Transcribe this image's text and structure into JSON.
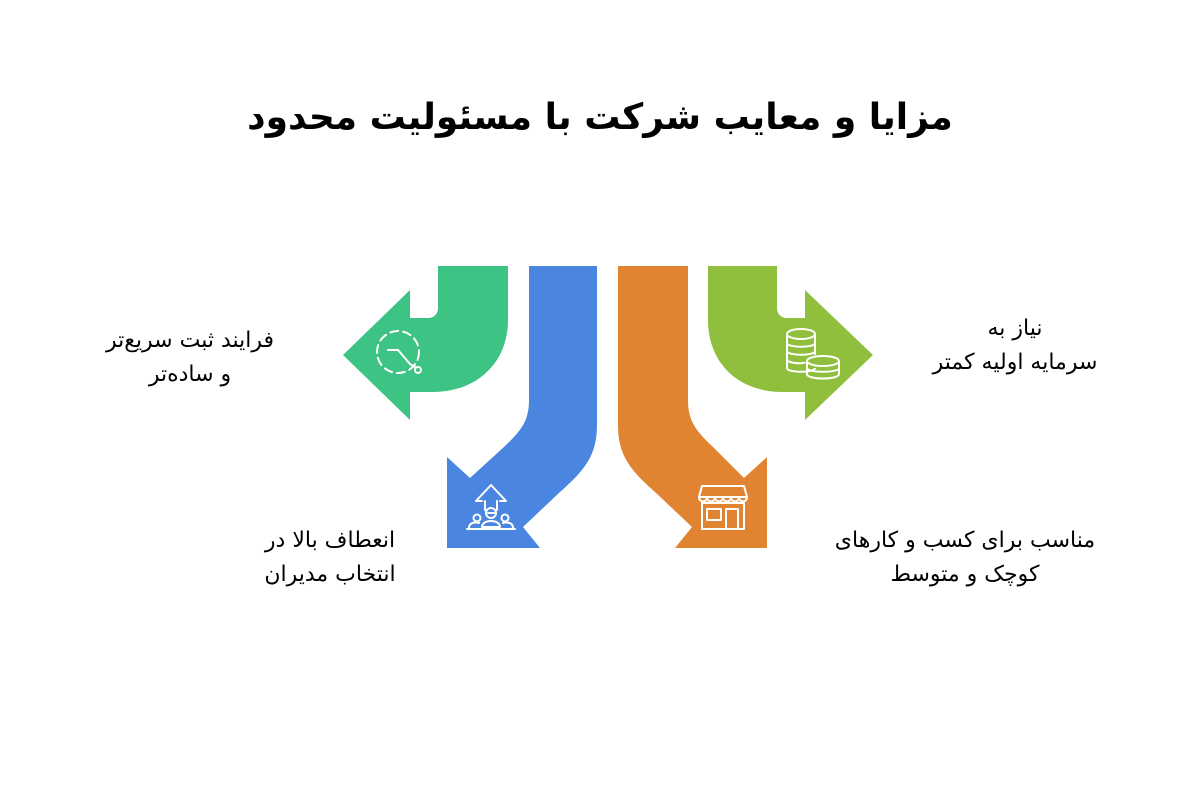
{
  "title": "مزایا و معایب شرکت با مسئولیت محدود",
  "colors": {
    "green": "#3dc384",
    "blue": "#4a86e0",
    "orange": "#e08432",
    "lime": "#8fbf3d",
    "icon_stroke": "#ffffff",
    "text": "#000000",
    "background": "#ffffff"
  },
  "items": [
    {
      "position": "top-left",
      "arrow_color": "green",
      "arrow_direction": "left",
      "icon": "clock-icon",
      "lines": [
        "فرایند ثبت سریع‌تر",
        "و ساده‌تر"
      ]
    },
    {
      "position": "top-right",
      "arrow_color": "lime",
      "arrow_direction": "right",
      "icon": "coins-icon",
      "lines": [
        "نیاز به",
        "سرمایه اولیه کمتر"
      ]
    },
    {
      "position": "bottom-left",
      "arrow_color": "blue",
      "arrow_direction": "down-left",
      "icon": "team-growth-icon",
      "lines": [
        "انعطاف بالا در",
        "انتخاب مدیران"
      ]
    },
    {
      "position": "bottom-right",
      "arrow_color": "orange",
      "arrow_direction": "down-right",
      "icon": "storefront-icon",
      "lines": [
        "مناسب برای کسب و کارهای",
        "کوچک و متوسط"
      ]
    }
  ]
}
